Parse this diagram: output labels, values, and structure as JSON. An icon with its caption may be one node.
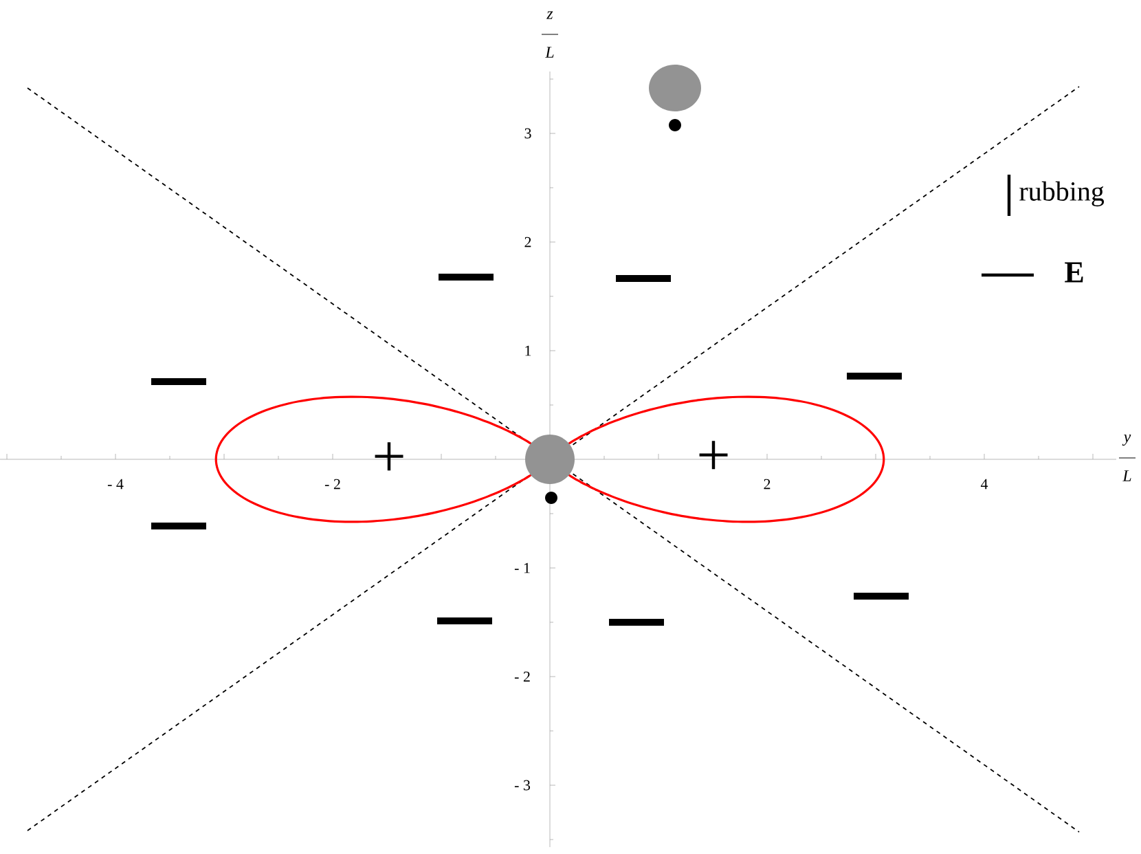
{
  "diagram": {
    "labels": [
      "z",
      "L",
      "3",
      "2",
      "1",
      "- 1",
      "- 2",
      "- 3",
      "y",
      "L",
      "- 4",
      "- 2",
      "2",
      "4",
      "+",
      "+"
    ],
    "legend": [
      {
        "text": "rubbing"
      },
      {
        "text": "E"
      }
    ]
  }
}
